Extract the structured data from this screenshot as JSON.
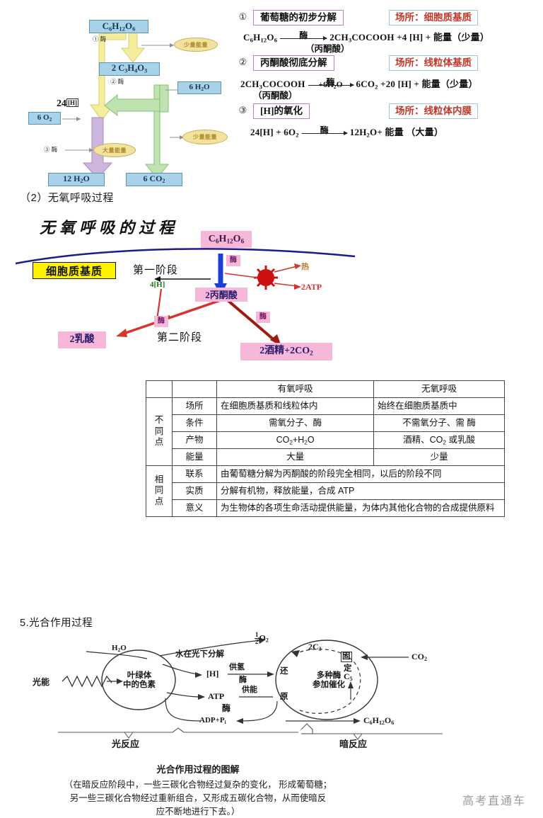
{
  "headings": {
    "anaerobic_section": "（2）无氧呼吸过程",
    "photosynthesis_section": "5.光合作用过程"
  },
  "aerobic_diagram": {
    "boxes": {
      "glucose": "C6H12O6",
      "pyruvate": "2 C3H4O3",
      "water_in": "6 H2O",
      "oxygen_in": "6 O2",
      "hydrogen": "24 [H]",
      "water_out": "12 H2O",
      "co2_out": "6 CO2"
    },
    "ovals": {
      "small_energy_1": "少量能量",
      "small_energy_2": "少量能量",
      "large_energy": "大量能量"
    },
    "steps": {
      "step1": "① 酶",
      "step2": "② 酶",
      "step3": "③ 酶"
    }
  },
  "equations": [
    {
      "number": "①",
      "title": "葡萄糖的初步分解",
      "site": "场所：细胞质基质",
      "left": "C6H12O6",
      "over": "酶",
      "under": "",
      "right": "2CH3COCOOH +4 [H] + 能量（少量）",
      "note": "（丙酮酸）"
    },
    {
      "number": "②",
      "title": "丙酮酸彻底分解",
      "site": "场所：线粒体基质",
      "left": "2CH3COCOOH",
      "left_note": "（丙酮酸）",
      "over": "酶",
      "under": "+6H2O",
      "right": "6CO2 +20 [H] + 能量（少量）",
      "note": ""
    },
    {
      "number": "③",
      "title": "[H]的氧化",
      "site": "场所：线粒体内膜",
      "left": "24[H] + 6O2",
      "over": "酶",
      "under": "",
      "right": "12H2O+ 能量 （大量）",
      "note": ""
    }
  ],
  "anaerobic_diagram": {
    "title": "无氧呼吸的过程",
    "glucose": "C6H12O6",
    "cytoplasm_label": "细胞质基质",
    "stage_one": "第一阶段",
    "stage_two": "第二阶段",
    "hydrogen": "4[H]",
    "pyruvate": "2丙酮酸",
    "heat": "热",
    "atp": "2ATP",
    "lactate": "2乳酸",
    "alcohol": "2酒精+2CO2",
    "enzyme_labels": [
      "酶",
      "酶",
      "酶"
    ]
  },
  "comparison_table": {
    "col_headers": [
      "",
      "",
      "有氧呼吸",
      "无氧呼吸"
    ],
    "groups": [
      {
        "label": "不同点",
        "rows": [
          {
            "item": "场所",
            "aerobic": "在细胞质基质和线粒体内",
            "anaerobic": "始终在细胞质基质中",
            "align": "left"
          },
          {
            "item": "条件",
            "aerobic": "需氧分子、酶",
            "anaerobic": "不需氧分子、需 酶",
            "align": "center"
          },
          {
            "item": "产物",
            "aerobic": "CO2+H2O",
            "anaerobic": "酒精、CO2 或乳酸",
            "align": "center"
          },
          {
            "item": "能量",
            "aerobic": "大量",
            "anaerobic": "少量",
            "align": "center"
          }
        ]
      },
      {
        "label": "相同点",
        "rows": [
          {
            "item": "联系",
            "span": "由葡萄糖分解为丙酮酸的阶段完全相同，以后的阶段不同"
          },
          {
            "item": "实质",
            "span": "分解有机物，释放能量，合成 ATP"
          },
          {
            "item": "意义",
            "span": "为生物体的各项生命活动提供能量，为体内其他化合物的合成提供原料"
          }
        ]
      }
    ]
  },
  "photosynthesis_diagram": {
    "light_energy": "光能",
    "water": "H2O",
    "pigment": "叶绿体\n中的色素",
    "water_split": "水在光下分解",
    "oxygen": "O2",
    "oxygen_coef": "1/2",
    "nadph": "[H]",
    "supply_h": "供氢",
    "enzyme1": "酶",
    "atp": "ATP",
    "supply_e": "供能",
    "enzyme2": "酶",
    "adp": "ADP+Pi",
    "reduce": "还",
    "reduce2": "原",
    "enzymes_cycle": "多种酶\n参加催化",
    "c3": "2C3",
    "c5": "C5",
    "co2": "CO2",
    "fix": "固",
    "fix2": "定",
    "glucose": "C6H12O6",
    "light_reaction": "光反应",
    "dark_reaction": "暗反应"
  },
  "caption": {
    "title": "光合作用过程的图解",
    "line1": "（在暗反应阶段中，一些三碳化合物经过复杂的变化， 形成葡萄糖；",
    "line2": "另一些三碳化合物经过重新组合，又形成五碳化合物，从而使暗反",
    "line3": "应不断地进行下去。）"
  },
  "watermark": "高考直通车"
}
